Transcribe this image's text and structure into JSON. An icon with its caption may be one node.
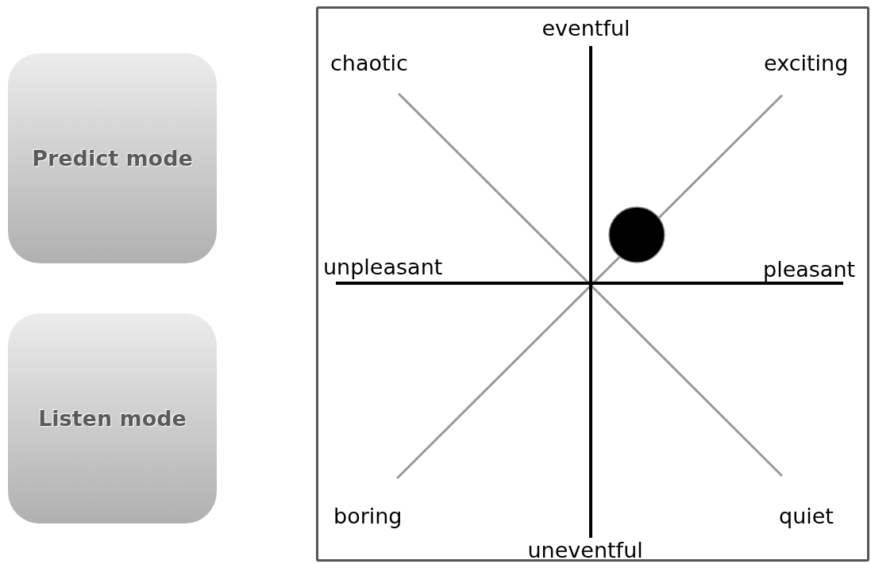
{
  "diagram": {
    "nodes": [
      {
        "text": [
          "Predict mode"
        ]
      },
      {
        "text": [
          "Listen mode"
        ]
      }
    ],
    "labels": [
      "eventful",
      "chaotic",
      "exciting",
      "unpleasant",
      "pleasant",
      "boring",
      "quiet",
      "uneventful"
    ]
  }
}
